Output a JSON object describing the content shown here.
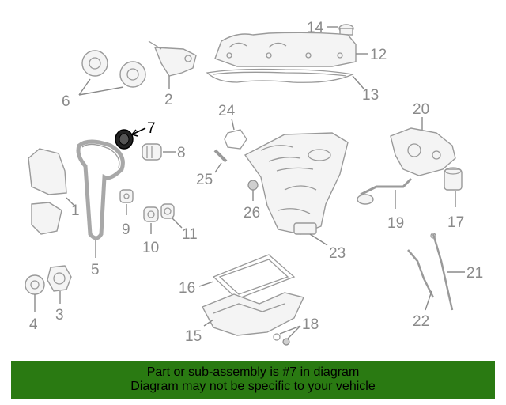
{
  "callouts": {
    "n1": "1",
    "n2": "2",
    "n3": "3",
    "n4": "4",
    "n5": "5",
    "n6": "6",
    "n7": "7",
    "n8": "8",
    "n9": "9",
    "n10": "10",
    "n11": "11",
    "n12": "12",
    "n13": "13",
    "n14": "14",
    "n15": "15",
    "n16": "16",
    "n17": "17",
    "n18": "18",
    "n19": "19",
    "n20": "20",
    "n21": "21",
    "n22": "22",
    "n23": "23",
    "n24": "24",
    "n25": "25",
    "n26": "26"
  },
  "highlight": {
    "part": "7",
    "color": "#000000",
    "default_color": "#8a8a8a"
  },
  "banner": {
    "line1": "Part or sub-assembly is #7 in diagram",
    "line2": "Diagram may not be specific to your vehicle",
    "background": "#2a7a12"
  }
}
